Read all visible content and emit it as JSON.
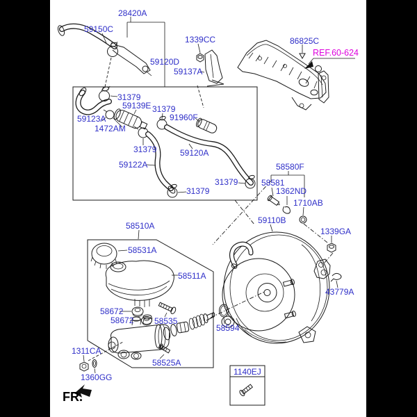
{
  "diagram": {
    "title_hidden": "brake booster and master cylinder exploded diagram",
    "ref_link": "REF.60-624",
    "fr_label": "FR.",
    "colors": {
      "callout_text": "#2e2ec8",
      "ref_link_text": "#dd00dd",
      "line_art": "#1a1a1a",
      "background": "#ffffff",
      "letterbox": "#000000"
    },
    "callouts": {
      "c28420a": "28420A",
      "c59150c": "59150C",
      "c1339cc": "1339CC",
      "c59120d": "59120D",
      "c59137a": "59137A",
      "c86825c": "86825C",
      "c31379_1": "31379",
      "c59139e": "59139E",
      "c31379_2": "31379",
      "c91960f": "91960F",
      "c59123a": "59123A",
      "c1472am": "1472AM",
      "c31379_3": "31379",
      "c59120a": "59120A",
      "c59122a": "59122A",
      "c31379_4": "31379",
      "c31379_5": "31379",
      "c58580f": "58580F",
      "c58581": "58581",
      "c1362nd": "1362ND",
      "c1710ab": "1710AB",
      "c59110b": "59110B",
      "c1339ga": "1339GA",
      "c43779a": "43779A",
      "c58510a": "58510A",
      "c58531a": "58531A",
      "c58511a": "58511A",
      "c58672_1": "58672",
      "c58672_2": "58672",
      "c58535": "58535",
      "c58594": "58594",
      "c58525a": "58525A",
      "c1311ca": "1311CA",
      "c1360gg": "1360GG",
      "c1140ej": "1140EJ"
    }
  }
}
